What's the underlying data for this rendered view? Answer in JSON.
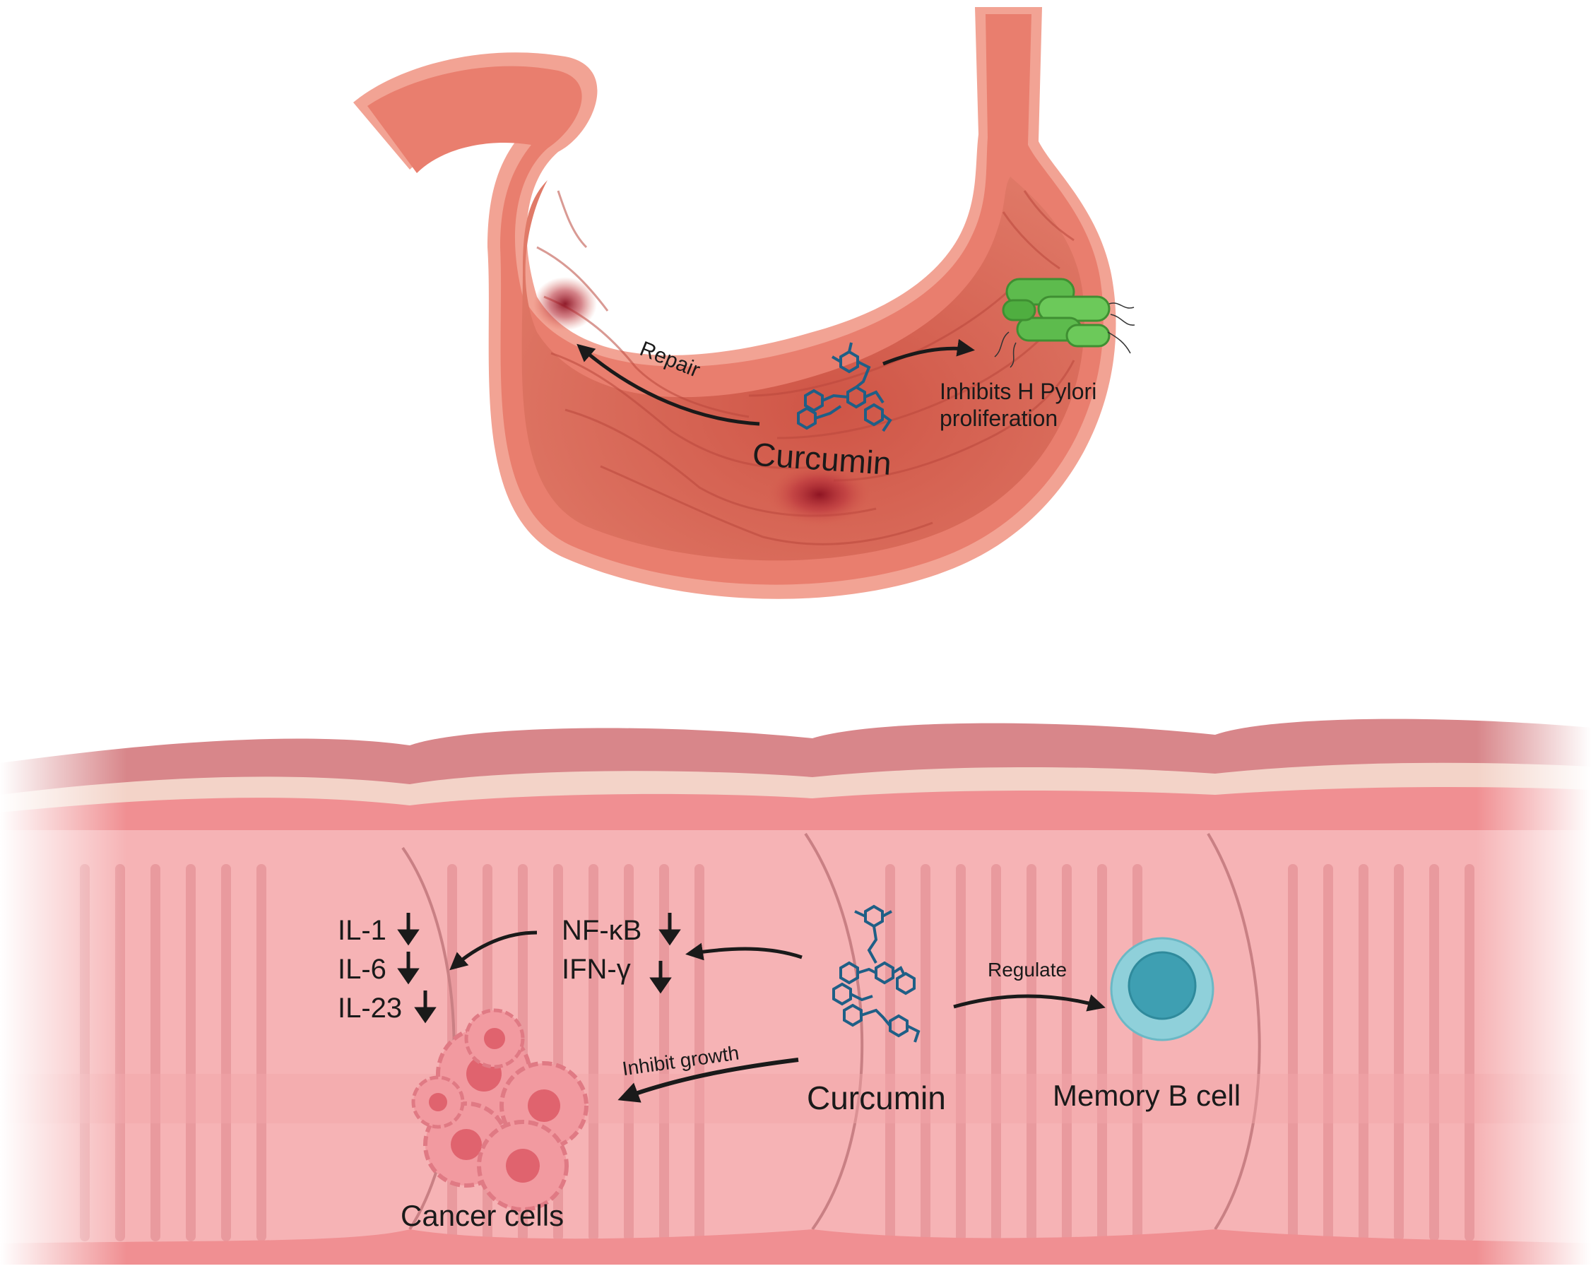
{
  "stomach": {
    "curcumin_label": "Curcumin",
    "repair_label": "Repair",
    "hpylori_line1": "Inhibits H Pylori",
    "hpylori_line2": "proliferation"
  },
  "intestine": {
    "cytokines_left": [
      "IL-1",
      "IL-6",
      "IL-23"
    ],
    "cytokines_right": [
      "NF-κB",
      "IFN-γ"
    ],
    "curcumin_label": "Curcumin",
    "regulate_label": "Regulate",
    "memory_b_label": "Memory B cell",
    "inhibit_growth_label": "Inhibit growth",
    "cancer_cells_label": "Cancer cells"
  },
  "colors": {
    "stomach_outer": "#f2a394",
    "stomach_wall": "#e97e6e",
    "stomach_lumen": "#d9604f",
    "intestine_fill": "#f6b3b5",
    "intestine_fold": "#e99a9e",
    "curcumin_molecule": "#1f5f86",
    "bacteria": "#5dbb4d",
    "b_cell_outer": "#8fd0da",
    "b_cell_inner": "#3e9fb2",
    "cancer_cell": "#f08a92"
  },
  "icons": [
    "curcumin-molecule-icon",
    "h-pylori-bacteria-icon",
    "memory-b-cell-icon",
    "cancer-cell-icon",
    "down-arrow-icon"
  ]
}
